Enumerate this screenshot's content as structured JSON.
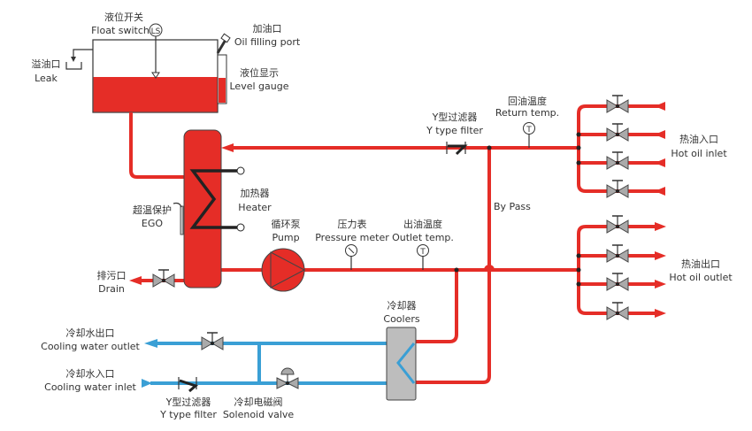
{
  "colors": {
    "hot_oil": "#e52d27",
    "cooling_water": "#3a9fd5",
    "valve": "#aaaaaa",
    "cooler": "#bdbdbd"
  },
  "labels": {
    "float_switch": {
      "cn": "液位开关",
      "en": "Float switch",
      "symbol": "LS"
    },
    "oil_filling_port": {
      "cn": "加油口",
      "en": "Oil filling port"
    },
    "level_gauge": {
      "cn": "液位显示",
      "en": "Level gauge"
    },
    "leak": {
      "cn": "溢油口",
      "en": "Leak"
    },
    "heater": {
      "cn": "加热器",
      "en": "Heater"
    },
    "ego": {
      "cn": "超温保护",
      "en": "EGO"
    },
    "pump": {
      "cn": "循环泵",
      "en": "Pump"
    },
    "pressure_meter": {
      "cn": "压力表",
      "en": "Pressure meter"
    },
    "outlet_temp": {
      "cn": "出油温度",
      "en": "Outlet temp.",
      "symbol": "T"
    },
    "return_temp": {
      "cn": "回油温度",
      "en": "Return temp.",
      "symbol": "T"
    },
    "y_filter_oil": {
      "cn": "Y型过滤器",
      "en": "Y type filter"
    },
    "bypass": {
      "en": "By Pass"
    },
    "hot_oil_inlet": {
      "cn": "热油入口",
      "en": "Hot oil inlet"
    },
    "hot_oil_outlet": {
      "cn": "热油出口",
      "en": "Hot oil outlet"
    },
    "drain": {
      "cn": "排污口",
      "en": "Drain"
    },
    "coolers": {
      "cn": "冷却器",
      "en": "Coolers"
    },
    "cooling_water_outlet": {
      "cn": "冷却水出口",
      "en": "Cooling water outlet"
    },
    "cooling_water_inlet": {
      "cn": "冷却水入口",
      "en": "Cooling water inlet"
    },
    "y_filter_water": {
      "cn": "Y型过滤器",
      "en": "Y type filter"
    },
    "solenoid_valve": {
      "cn": "冷却电磁阀",
      "en": "Solenoid valve"
    }
  }
}
